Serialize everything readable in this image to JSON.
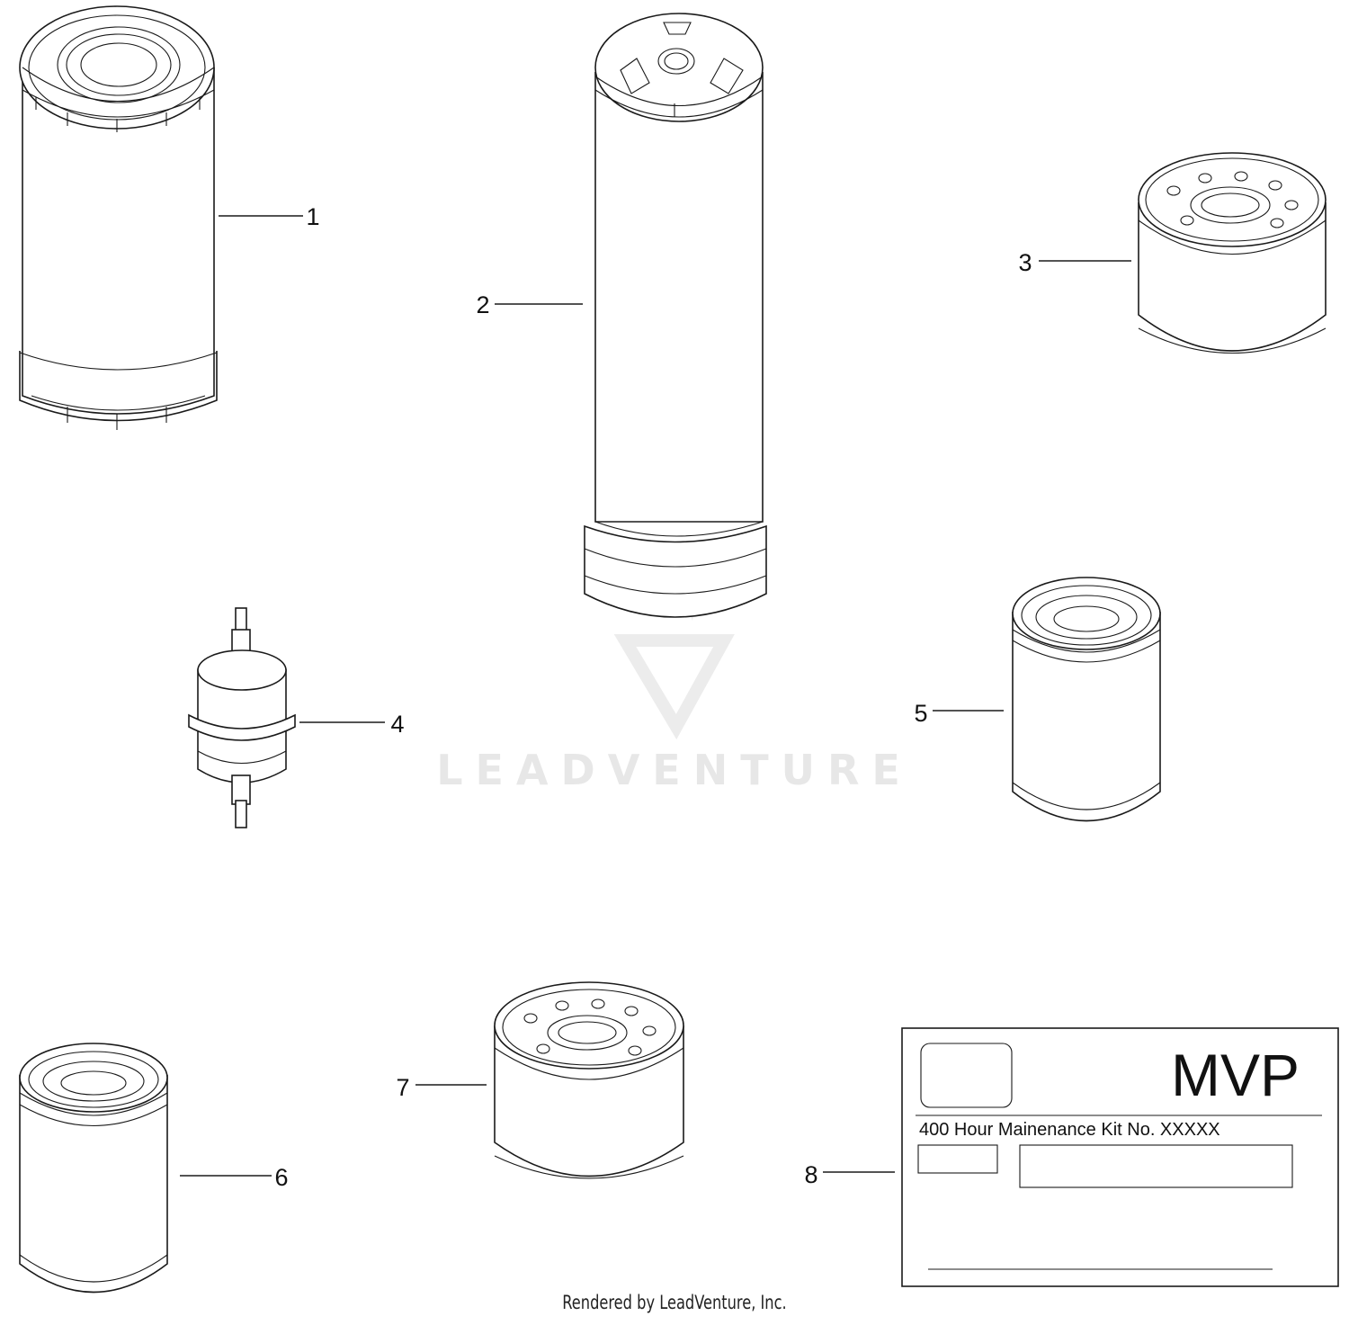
{
  "callouts": [
    "1",
    "2",
    "3",
    "4",
    "5",
    "6",
    "7",
    "8"
  ],
  "watermark": "LEADVENTURE",
  "decal_card": {
    "brand": "MVP",
    "kit_label": "400 Hour Mainenance Kit No. XXXXX"
  },
  "footer": "Rendered by LeadVenture, Inc."
}
